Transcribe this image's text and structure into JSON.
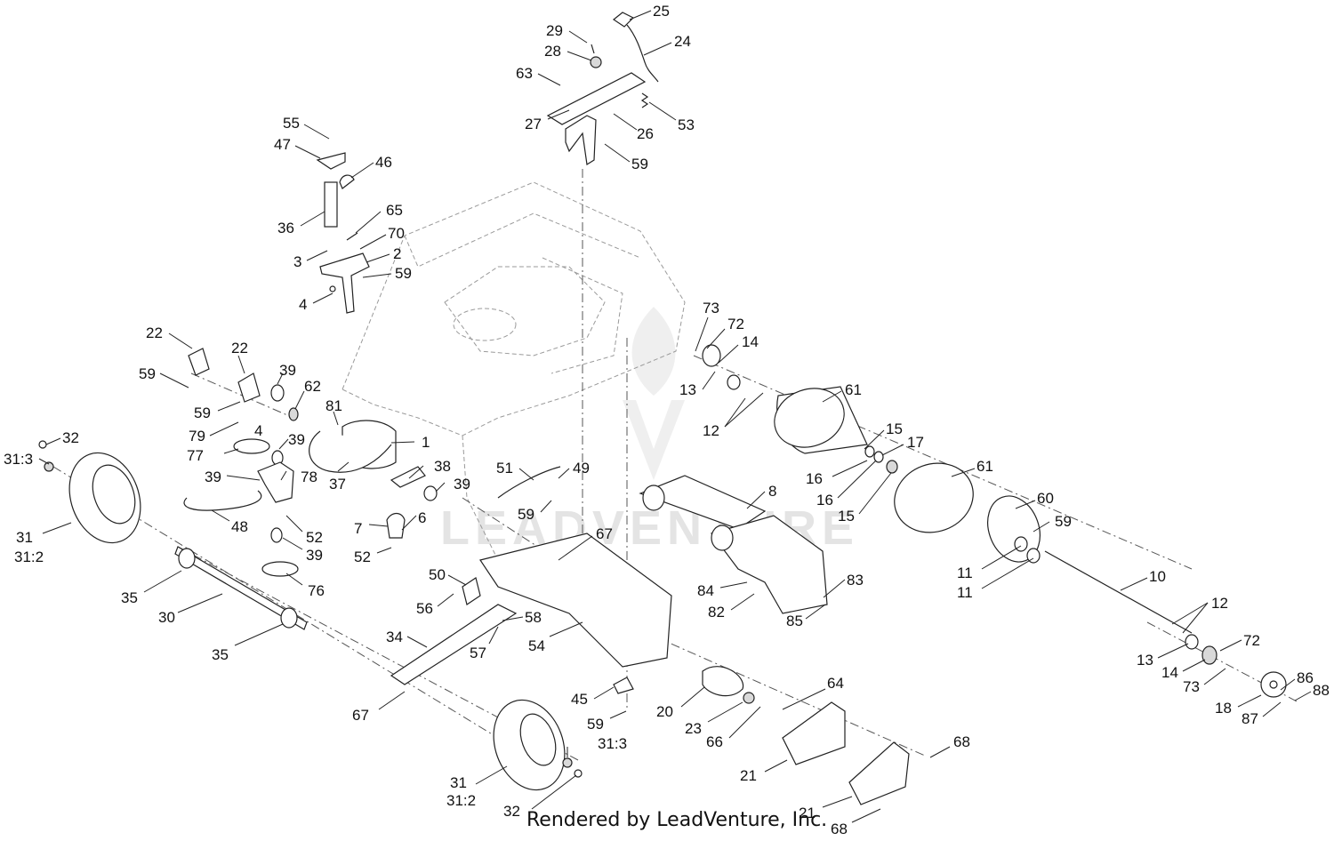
{
  "footer": {
    "credit": "Rendered by LeadVenture, Inc."
  },
  "watermark": {
    "text": "LEADVENTURE"
  },
  "callouts": [
    {
      "text": "25"
    },
    {
      "text": "24"
    },
    {
      "text": "29"
    },
    {
      "text": "28"
    },
    {
      "text": "63"
    },
    {
      "text": "27"
    },
    {
      "text": "26"
    },
    {
      "text": "53"
    },
    {
      "text": "59"
    },
    {
      "text": "55"
    },
    {
      "text": "47"
    },
    {
      "text": "46"
    },
    {
      "text": "36"
    },
    {
      "text": "65"
    },
    {
      "text": "70"
    },
    {
      "text": "3"
    },
    {
      "text": "2"
    },
    {
      "text": "59"
    },
    {
      "text": "4"
    },
    {
      "text": "22"
    },
    {
      "text": "22"
    },
    {
      "text": "59"
    },
    {
      "text": "39"
    },
    {
      "text": "62"
    },
    {
      "text": "59"
    },
    {
      "text": "81"
    },
    {
      "text": "79"
    },
    {
      "text": "4"
    },
    {
      "text": "77"
    },
    {
      "text": "39"
    },
    {
      "text": "1"
    },
    {
      "text": "39"
    },
    {
      "text": "78"
    },
    {
      "text": "37"
    },
    {
      "text": "38"
    },
    {
      "text": "39"
    },
    {
      "text": "48"
    },
    {
      "text": "7"
    },
    {
      "text": "6"
    },
    {
      "text": "52"
    },
    {
      "text": "39"
    },
    {
      "text": "52"
    },
    {
      "text": "76"
    },
    {
      "text": "32"
    },
    {
      "text": "31:3"
    },
    {
      "text": "31"
    },
    {
      "text": "31:2"
    },
    {
      "text": "35"
    },
    {
      "text": "30"
    },
    {
      "text": "35"
    },
    {
      "text": "51"
    },
    {
      "text": "49"
    },
    {
      "text": "59"
    },
    {
      "text": "67"
    },
    {
      "text": "50"
    },
    {
      "text": "56"
    },
    {
      "text": "58"
    },
    {
      "text": "57"
    },
    {
      "text": "34"
    },
    {
      "text": "54"
    },
    {
      "text": "67"
    },
    {
      "text": "45"
    },
    {
      "text": "59"
    },
    {
      "text": "20"
    },
    {
      "text": "23"
    },
    {
      "text": "66"
    },
    {
      "text": "64"
    },
    {
      "text": "21"
    },
    {
      "text": "68"
    },
    {
      "text": "21"
    },
    {
      "text": "68"
    },
    {
      "text": "31:3"
    },
    {
      "text": "31"
    },
    {
      "text": "31:2"
    },
    {
      "text": "32"
    },
    {
      "text": "73"
    },
    {
      "text": "72"
    },
    {
      "text": "14"
    },
    {
      "text": "13"
    },
    {
      "text": "12"
    },
    {
      "text": "61"
    },
    {
      "text": "15"
    },
    {
      "text": "17"
    },
    {
      "text": "16"
    },
    {
      "text": "16"
    },
    {
      "text": "15"
    },
    {
      "text": "61"
    },
    {
      "text": "8"
    },
    {
      "text": "60"
    },
    {
      "text": "59"
    },
    {
      "text": "11"
    },
    {
      "text": "11"
    },
    {
      "text": "10"
    },
    {
      "text": "84"
    },
    {
      "text": "83"
    },
    {
      "text": "82"
    },
    {
      "text": "85"
    },
    {
      "text": "12"
    },
    {
      "text": "72"
    },
    {
      "text": "13"
    },
    {
      "text": "14"
    },
    {
      "text": "73"
    },
    {
      "text": "86"
    },
    {
      "text": "88"
    },
    {
      "text": "18"
    },
    {
      "text": "87"
    }
  ]
}
